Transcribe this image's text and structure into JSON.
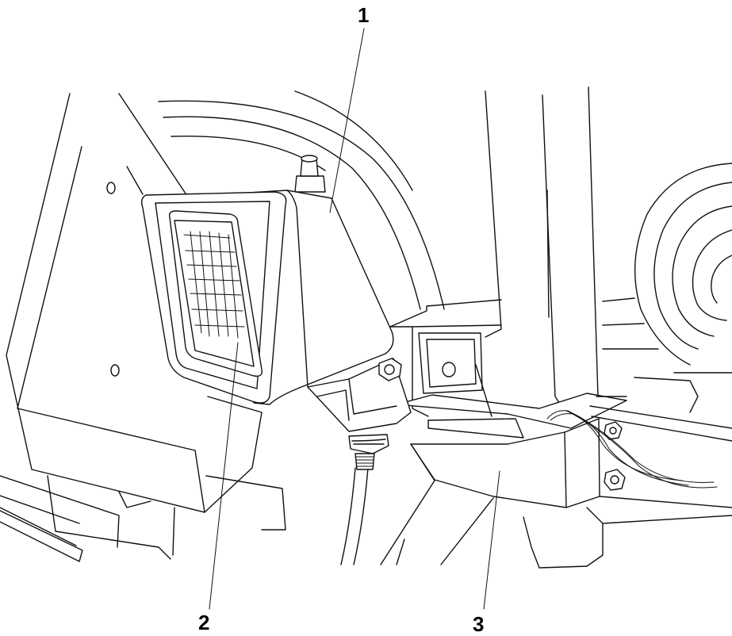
{
  "diagram": {
    "callouts": [
      {
        "number": "1",
        "target": "light-housing"
      },
      {
        "number": "2",
        "target": "light-lens"
      },
      {
        "number": "3",
        "target": "mounting-bracket"
      }
    ]
  }
}
